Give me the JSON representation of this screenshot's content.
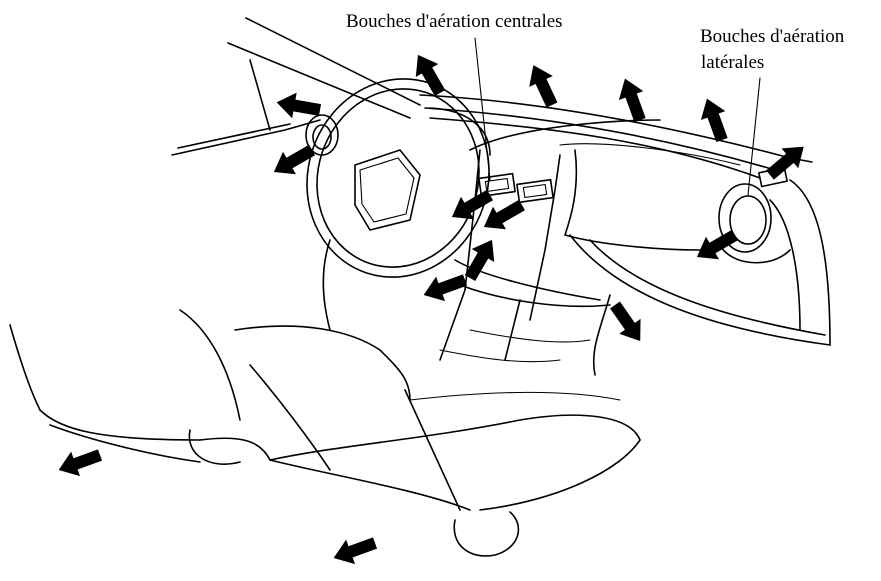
{
  "labels": {
    "central_vents": "Bouches d'aération centrales",
    "side_vents_line1": "Bouches d'aération",
    "side_vents_line2": "latérales"
  },
  "colors": {
    "ink": "#000000",
    "background": "#ffffff"
  }
}
